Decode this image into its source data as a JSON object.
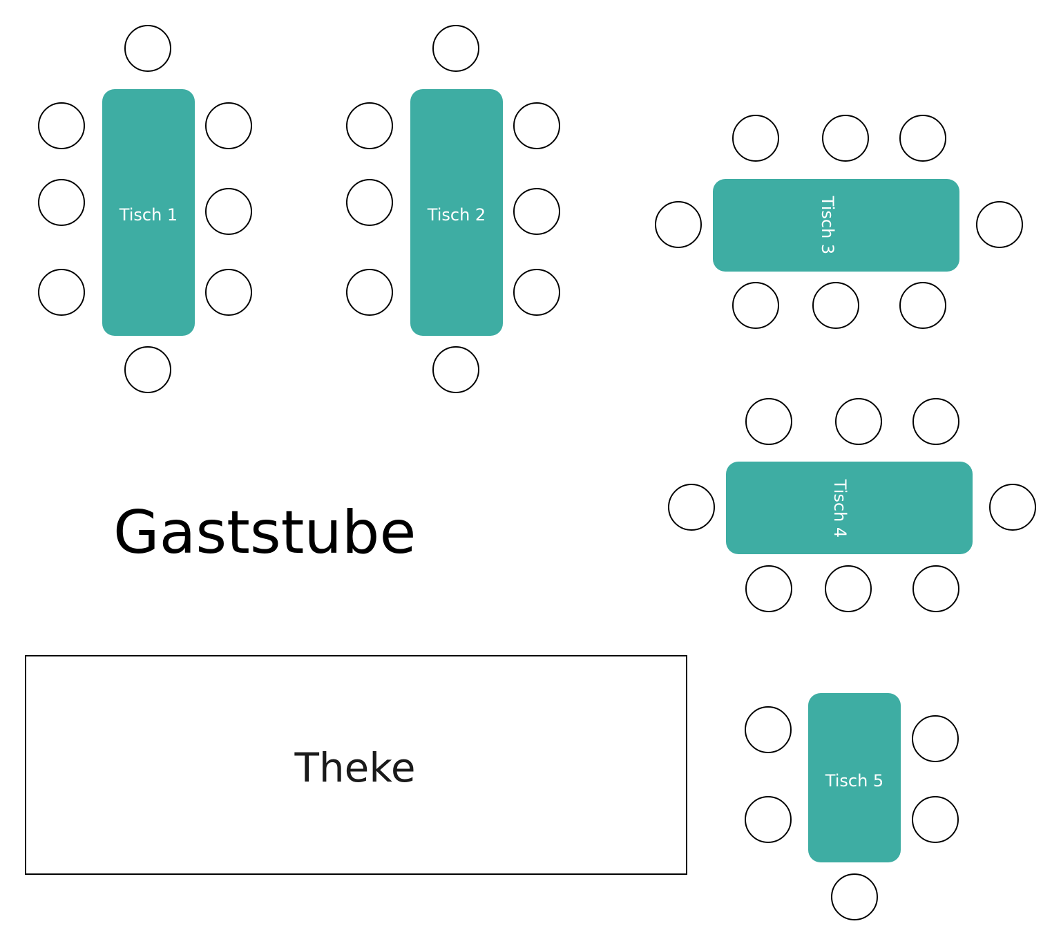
{
  "room_title": "Gaststube",
  "counter_label": "Theke",
  "colors": {
    "table": "#3eada3",
    "table_text": "#ffffff",
    "chair_stroke": "#000000",
    "counter_stroke": "#000000"
  },
  "tables": [
    {
      "label": "Tisch 1",
      "chairs": 8
    },
    {
      "label": "Tisch 2",
      "chairs": 8
    },
    {
      "label": "Tisch 3",
      "chairs": 8
    },
    {
      "label": "Tisch 4",
      "chairs": 8
    },
    {
      "label": "Tisch 5",
      "chairs": 5
    }
  ]
}
